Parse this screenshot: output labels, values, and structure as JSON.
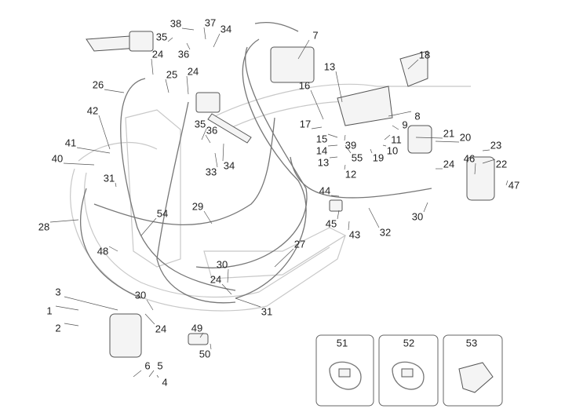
{
  "diagram": {
    "callouts": [
      "38",
      "37",
      "34",
      "35",
      "36",
      "24",
      "25",
      "24",
      "26",
      "42",
      "41",
      "40",
      "31",
      "35",
      "36",
      "33",
      "34",
      "29",
      "54",
      "28",
      "48",
      "27",
      "30",
      "24",
      "30",
      "31",
      "24",
      "49",
      "50",
      "3",
      "1",
      "2",
      "6",
      "5",
      "4",
      "7",
      "18",
      "13",
      "16",
      "8",
      "9",
      "17",
      "15",
      "39",
      "11",
      "10",
      "14",
      "13",
      "55",
      "19",
      "12",
      "21",
      "20",
      "23",
      "24",
      "46",
      "22",
      "47",
      "44",
      "45",
      "43",
      "32",
      "30"
    ],
    "insets": [
      {
        "label": "51"
      },
      {
        "label": "52"
      },
      {
        "label": "53"
      }
    ],
    "colors": {
      "line": "#555555",
      "frame": "#c8c8c8",
      "text": "#222222"
    }
  }
}
